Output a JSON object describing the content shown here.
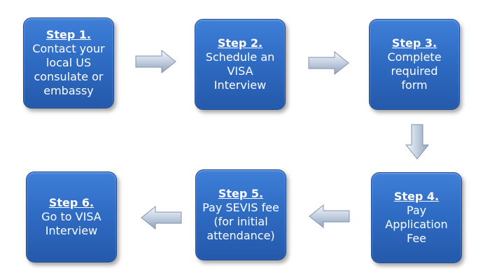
{
  "steps": [
    {
      "title": "Step 1.",
      "body": "Contact your\nlocal US\nconsulate or\nembassy"
    },
    {
      "title": "Step 2.",
      "body": "Schedule an\nVISA\nInterview"
    },
    {
      "title": "Step 3.",
      "body": "Complete\nrequired\nform"
    },
    {
      "title": "Step 4.",
      "body": "Pay\nApplication\nFee"
    },
    {
      "title": "Step 5.",
      "body": "Pay SEVIS fee\n(for initial\nattendance)"
    },
    {
      "title": "Step 6.",
      "body": "Go to VISA\nInterview"
    }
  ],
  "colors": {
    "box": "#2f6cc4",
    "arrow": "#b9c6d8"
  },
  "icons": [
    "arrow-right-icon",
    "arrow-down-icon",
    "arrow-left-icon"
  ]
}
